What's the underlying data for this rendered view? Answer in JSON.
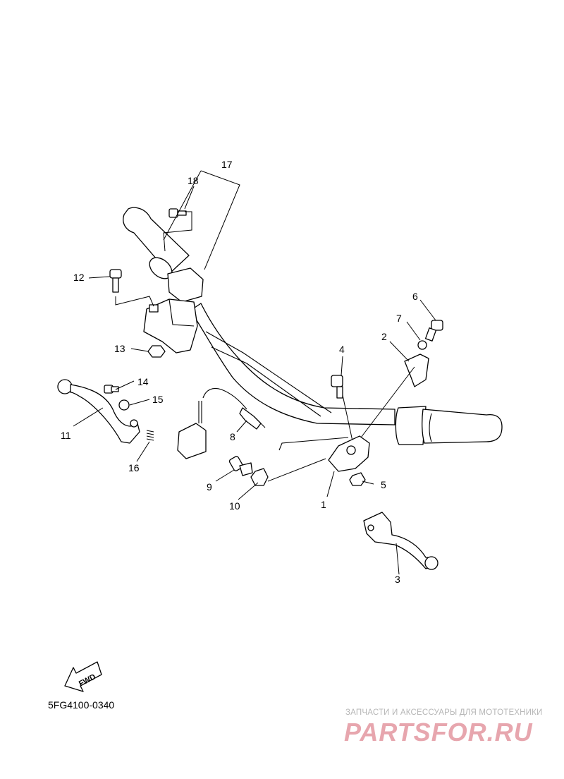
{
  "callouts": [
    "1",
    "2",
    "3",
    "4",
    "5",
    "6",
    "7",
    "8",
    "9",
    "10",
    "11",
    "12",
    "13",
    "14",
    "15",
    "16",
    "17",
    "18"
  ],
  "arrow_label": "FWD",
  "drawing_code": "5FG4100-0340",
  "watermark": {
    "subtitle": "ЗАПЧАСТИ И АКСЕССУАРЫ ДЛЯ МОТОТЕХНИКИ",
    "brand": "PARTSFOR.RU",
    "color": "#e7a6ae"
  }
}
